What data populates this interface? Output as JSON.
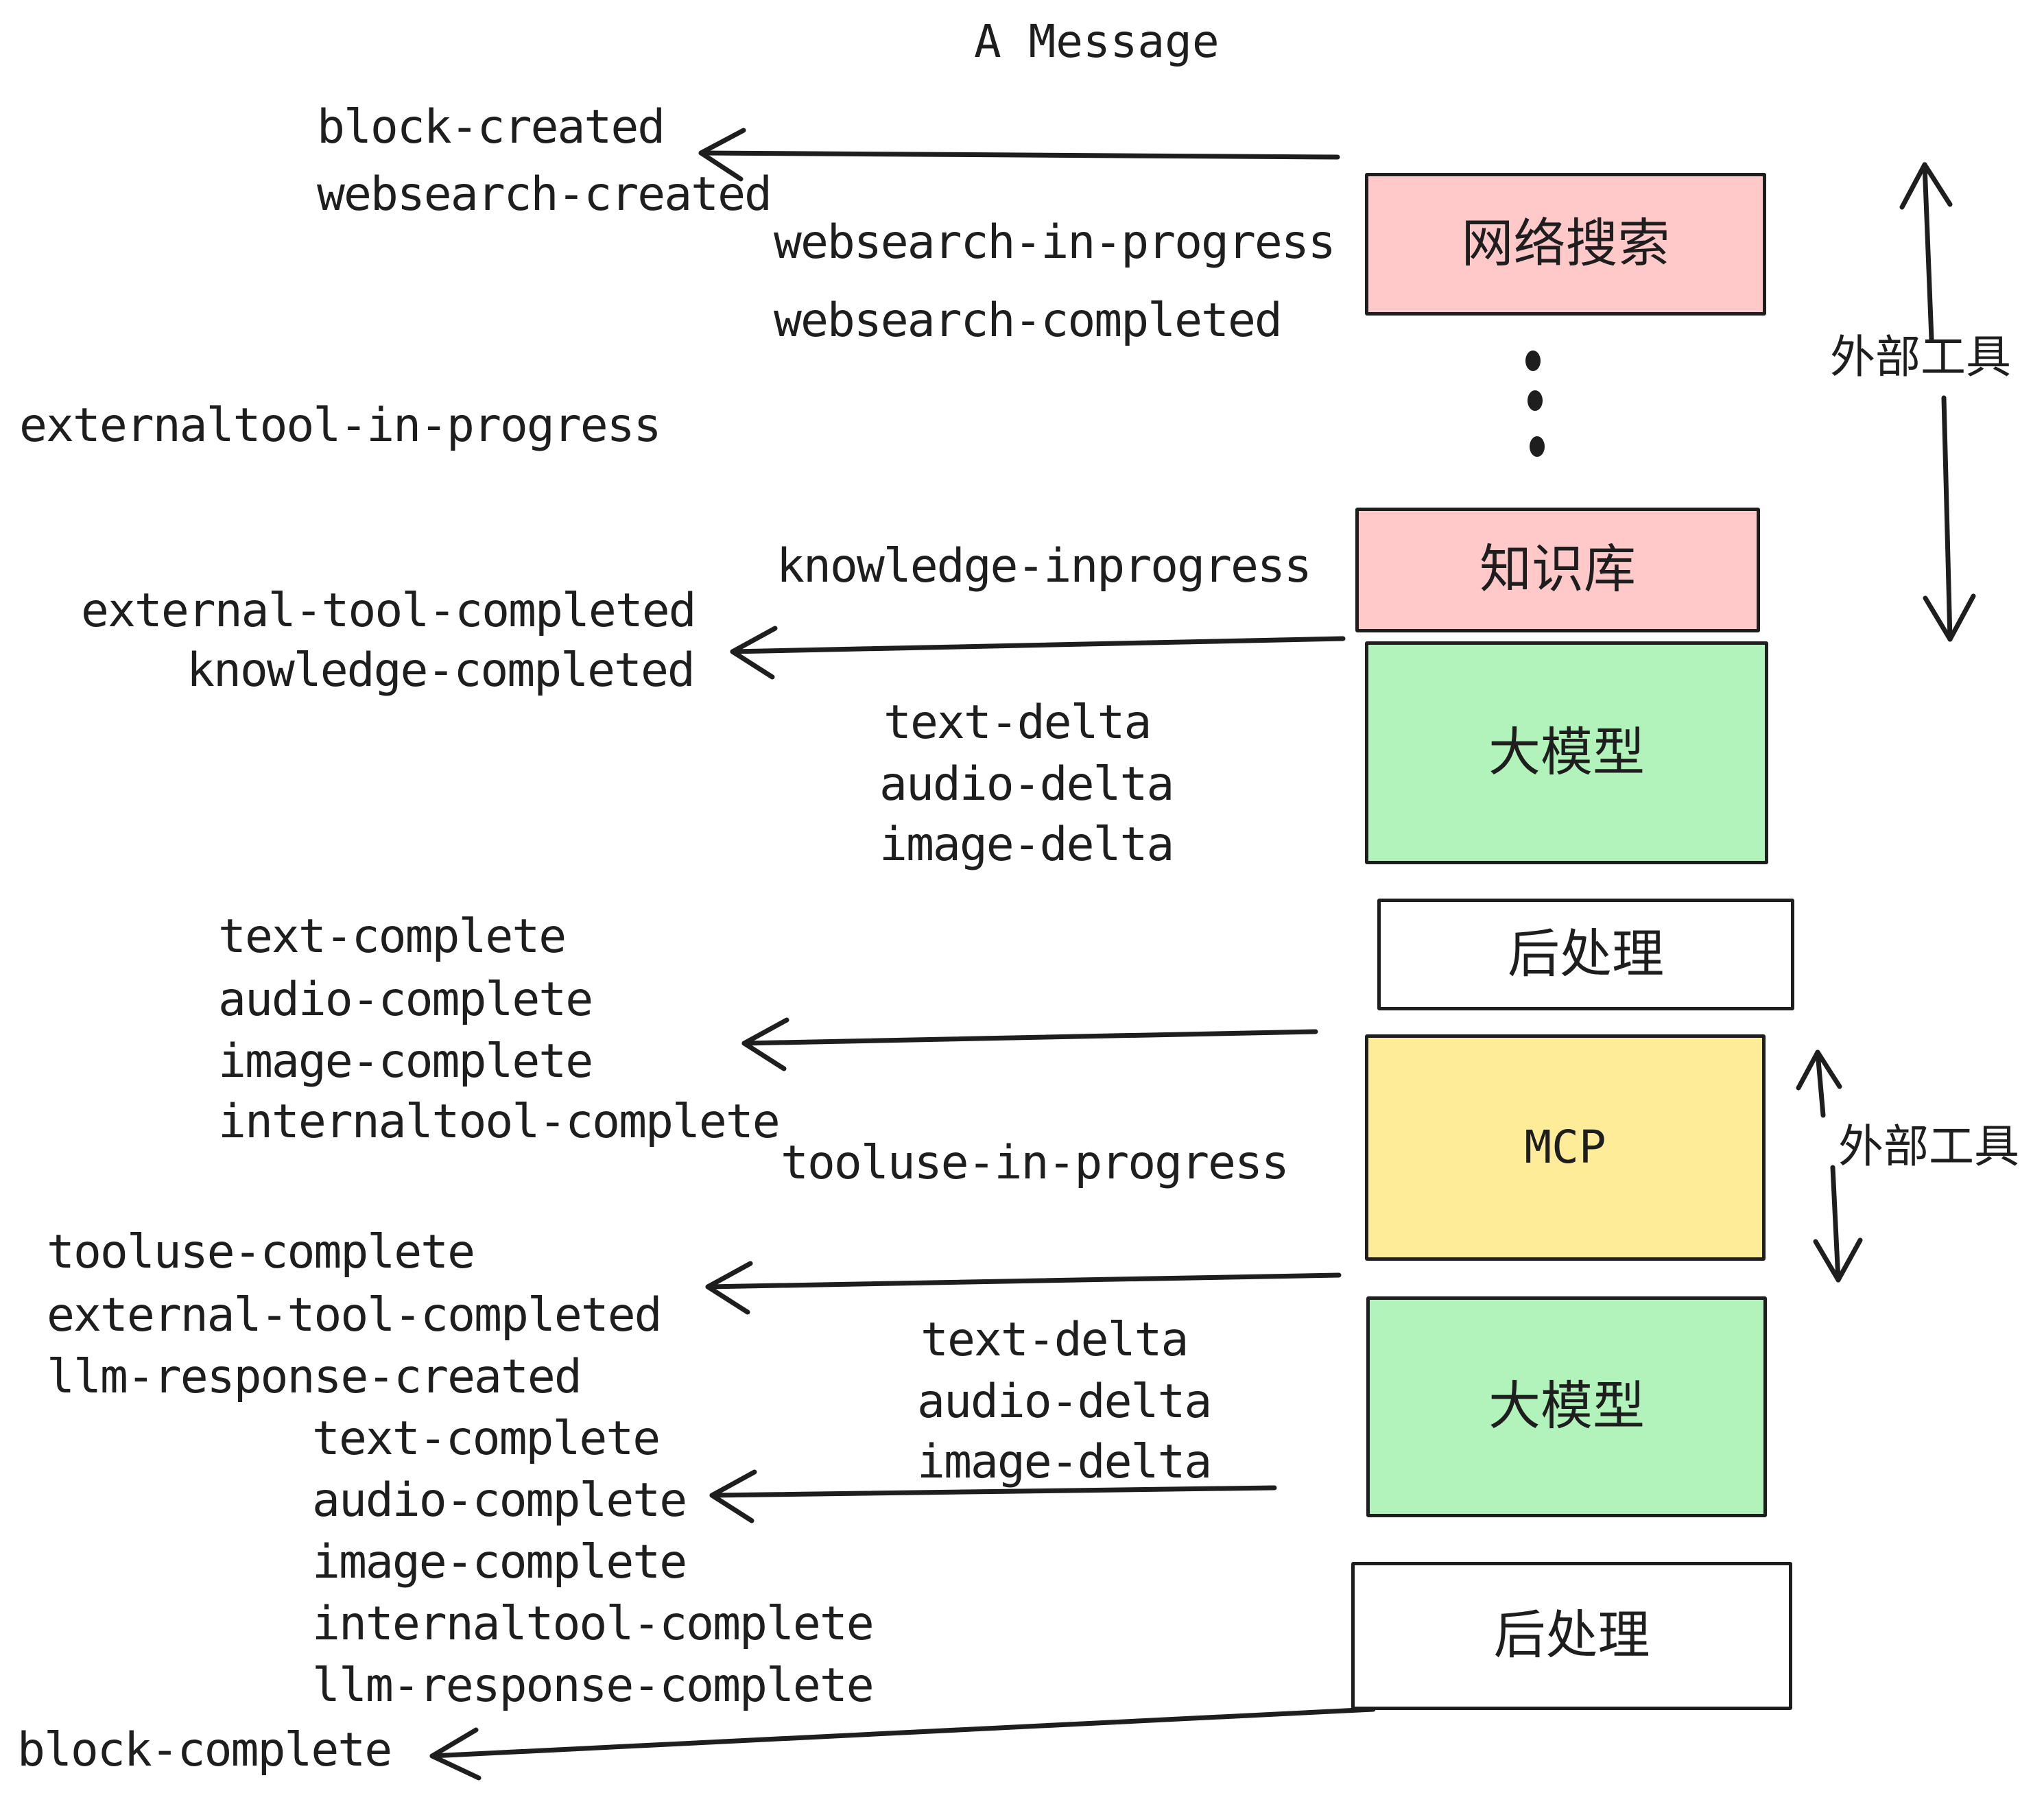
{
  "title": "A Message",
  "colors": {
    "stroke": "#1E1E1E",
    "box_pink": "#FFC9C9",
    "box_green": "#B2F2BB",
    "box_yellow": "#FFEC99",
    "box_white": "#FFFFFF",
    "background": "#FFFFFF"
  },
  "boxes": {
    "web_search": "网络搜索",
    "knowledge_base": "知识库",
    "llm": "大模型",
    "post_process": "后处理",
    "mcp": "MCP"
  },
  "side_labels": {
    "external_tools": "外部工具"
  },
  "events": {
    "block_created": "block-created",
    "websearch_created": "websearch-created",
    "websearch_in_progress": "websearch-in-progress",
    "websearch_completed": "websearch-completed",
    "externaltool_in_progress": "externaltool-in-progress",
    "knowledge_inprogress": "knowledge-inprogress",
    "external_tool_completed": "external-tool-completed",
    "knowledge_completed": "knowledge-completed",
    "text_delta": "text-delta",
    "audio_delta": "audio-delta",
    "image_delta": "image-delta",
    "text_complete": "text-complete",
    "audio_complete": "audio-complete",
    "image_complete": "image-complete",
    "internaltool_complete": "internaltool-complete",
    "tooluse_in_progress": "tooluse-in-progress",
    "tooluse_complete": "tooluse-complete",
    "llm_response_created": "llm-response-created",
    "llm_response_complete": "llm-response-complete",
    "block_complete": "block-complete"
  }
}
